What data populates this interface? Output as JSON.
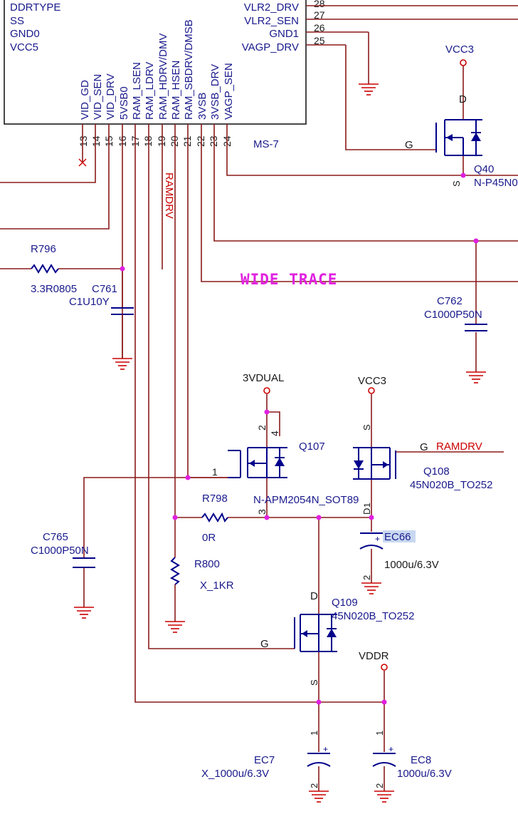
{
  "ic": {
    "ref": "MS-7",
    "left_pins": [
      "DDRTYPE",
      "SS",
      "GND0",
      "VCC5"
    ],
    "right_pins": [
      {
        "name": "VLR2_DRV",
        "num": "28"
      },
      {
        "name": "VLR2_SEN",
        "num": "27"
      },
      {
        "name": "GND1",
        "num": "26"
      },
      {
        "name": "VAGP_DRV",
        "num": "25"
      }
    ],
    "bottom_pins": [
      {
        "name": "VID_GD",
        "num": "13"
      },
      {
        "name": "VID_SEN",
        "num": "14"
      },
      {
        "name": "VID_DRV",
        "num": "15"
      },
      {
        "name": "5VSB0",
        "num": "16"
      },
      {
        "name": "RAM_LSEN",
        "num": "17"
      },
      {
        "name": "RAM_LDRV",
        "num": "18"
      },
      {
        "name": "RAM_HDRV/DMV",
        "num": "19"
      },
      {
        "name": "RAM_HSEN",
        "num": "20"
      },
      {
        "name": "RAM_SBDRV/DMSB",
        "num": "21"
      },
      {
        "name": "3VSB",
        "num": "22"
      },
      {
        "name": "3VSB_DRV",
        "num": "23"
      },
      {
        "name": "VAGP_SEN",
        "num": "24"
      }
    ]
  },
  "nets": {
    "ramdrv_vertical": "RAMDRV",
    "ramdrv_q108": "RAMDRV",
    "wide_trace": "WIDE TRACE"
  },
  "power": {
    "vcc3_top": "VCC3",
    "dual3v": "3VDUAL",
    "vcc3_mid": "VCC3",
    "vddr": "VDDR"
  },
  "components": {
    "r796": {
      "ref": "R796",
      "value": "3.3R0805"
    },
    "c761": {
      "ref": "C761",
      "value": "C1U10Y"
    },
    "c762": {
      "ref": "C762",
      "value": "C1000P50N"
    },
    "q40": {
      "ref": "Q40",
      "value": "N-P45N0"
    },
    "q107": {
      "ref": "Q107",
      "value": "N-APM2054N_SOT89"
    },
    "q108": {
      "ref": "Q108",
      "value": "45N020B_TO252"
    },
    "r798": {
      "ref": "R798",
      "value": "0R"
    },
    "r800": {
      "ref": "R800",
      "value": "X_1KR"
    },
    "c765": {
      "ref": "C765",
      "value": "C1000P50N"
    },
    "ec66": {
      "ref": "EC66",
      "value": "1000u/6.3V"
    },
    "q109": {
      "ref": "Q109",
      "value": "45N020B_TO252"
    },
    "ec7": {
      "ref": "EC7",
      "value": "X_1000u/6.3V"
    },
    "ec8": {
      "ref": "EC8",
      "value": "1000u/6.3V"
    }
  },
  "pin_labels": {
    "g": "G",
    "d": "D",
    "s": "S",
    "p1": "1",
    "p2": "2",
    "p3": "3",
    "p4": "4",
    "plus": "+"
  }
}
